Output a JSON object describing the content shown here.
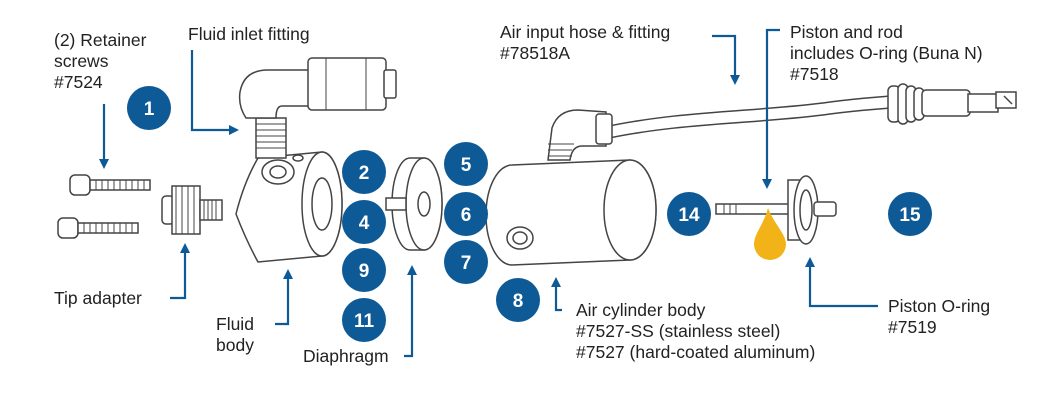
{
  "labels": {
    "retainer_screws": {
      "l1": "(2) Retainer",
      "l2": "screws",
      "l3": "#7524"
    },
    "fluid_inlet": "Fluid inlet fitting",
    "air_input": {
      "l1": "Air input hose & fitting",
      "l2": "#78518A"
    },
    "piston_rod": {
      "l1": "Piston and rod",
      "l2": "includes O-ring (Buna N)",
      "l3": "#7518"
    },
    "tip_adapter": "Tip adapter",
    "fluid_body": {
      "l1": "Fluid",
      "l2": "body"
    },
    "diaphragm": "Diaphragm",
    "air_cylinder": {
      "l1": "Air cylinder body",
      "l2": "#7527-SS (stainless steel)",
      "l3": "#7527 (hard-coated aluminum)"
    },
    "piston_oring": {
      "l1": "Piston O-ring",
      "l2": "#7519"
    }
  },
  "badges": [
    "1",
    "2",
    "4",
    "9",
    "11",
    "5",
    "6",
    "7",
    "8",
    "14",
    "15"
  ],
  "colors": {
    "badge": "#0e5a96",
    "arrow": "#0e5a96",
    "line": "#444444",
    "text": "#222222",
    "fluid_drop": "#f2b318"
  }
}
